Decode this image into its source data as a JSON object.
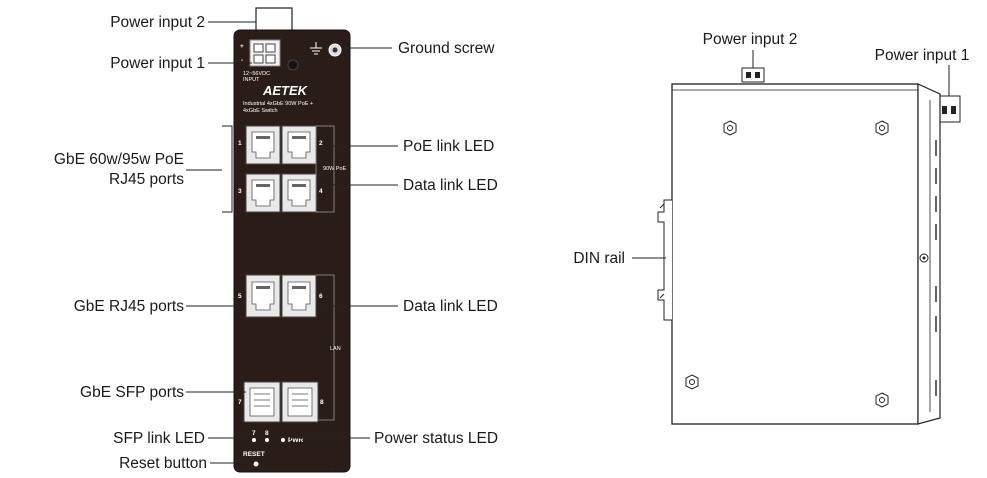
{
  "front_view": {
    "labels": {
      "power_input_2": "Power input 2",
      "power_input_1": "Power input 1",
      "ground_screw": "Ground screw",
      "poe_ports": "GbE 60w/95w PoE",
      "poe_ports_line2": "RJ45 ports",
      "poe_link_led": "PoE link LED",
      "data_link_led_top": "Data link LED",
      "gbe_rj45_ports": "GbE RJ45 ports",
      "data_link_led_mid": "Data link LED",
      "gbe_sfp_ports": "GbE SFP ports",
      "sfp_link_led": "SFP link LED",
      "power_status_led": "Power status LED",
      "reset_button": "Reset button"
    },
    "device_print": {
      "voltage": "12~56VDC",
      "input": "INPUT",
      "brand": "AETEK",
      "model_line1": "Industrial 4xGbE 90W PoE +",
      "model_line2": "4xGbE Switch",
      "poe_tag": "90W PoE",
      "lan_tag": "LAN",
      "pwr_tag": "PWR",
      "reset_tag": "RESET",
      "plus": "+",
      "minus": "-",
      "port_numbers": [
        "1",
        "2",
        "3",
        "4",
        "5",
        "6",
        "7",
        "8"
      ],
      "led_numbers": [
        "7",
        "8"
      ]
    }
  },
  "side_view": {
    "labels": {
      "power_input_2": "Power input 2",
      "power_input_1": "Power input 1",
      "din_rail": "DIN rail"
    }
  },
  "colors": {
    "device_body": "#2a1d18",
    "port_face": "#e9e9e9",
    "outline": "#222222"
  }
}
